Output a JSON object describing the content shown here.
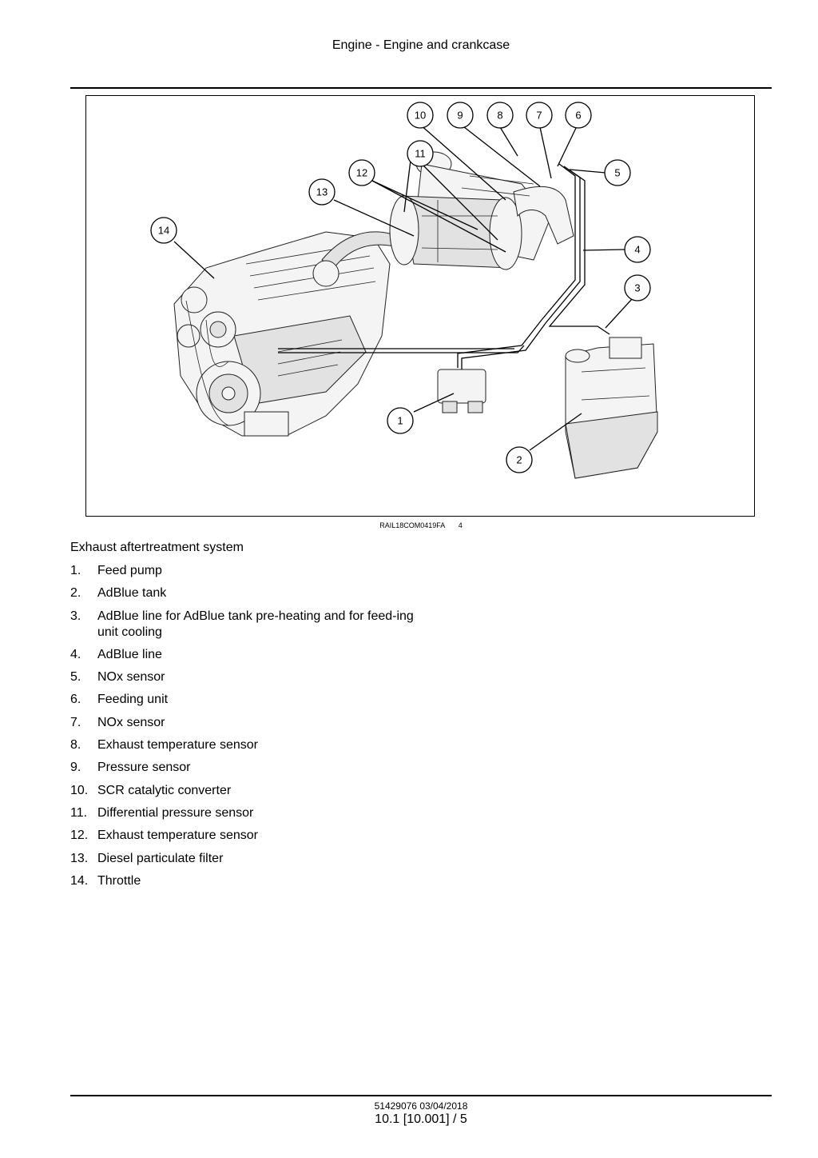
{
  "header": {
    "title": "Engine - Engine and crankcase"
  },
  "figure": {
    "image_ref": "RAIL18COM0419FA",
    "figure_number": "4",
    "callouts": [
      "1",
      "2",
      "3",
      "4",
      "5",
      "6",
      "7",
      "8",
      "9",
      "10",
      "11",
      "12",
      "13",
      "14"
    ]
  },
  "section": {
    "title": "Exhaust aftertreatment system",
    "items": [
      {
        "num": "1.",
        "text": "Feed pump"
      },
      {
        "num": "2.",
        "text": "AdBlue tank"
      },
      {
        "num": "3.",
        "text": "AdBlue line for AdBlue tank pre-heating and for feed-ing unit cooling"
      },
      {
        "num": "4.",
        "text": "AdBlue line"
      },
      {
        "num": "5.",
        "text": "NOx sensor"
      },
      {
        "num": "6.",
        "text": "Feeding unit"
      },
      {
        "num": "7.",
        "text": "NOx sensor"
      },
      {
        "num": "8.",
        "text": "Exhaust temperature sensor"
      },
      {
        "num": "9.",
        "text": "Pressure sensor"
      },
      {
        "num": "10.",
        "text": "SCR catalytic converter"
      },
      {
        "num": "11.",
        "text": "Differential pressure sensor"
      },
      {
        "num": "12.",
        "text": "Exhaust temperature sensor"
      },
      {
        "num": "13.",
        "text": "Diesel particulate filter"
      },
      {
        "num": "14.",
        "text": "Throttle"
      }
    ]
  },
  "footer": {
    "doc_ref": "51429076 03/04/2018",
    "page": "10.1 [10.001] / 5"
  }
}
